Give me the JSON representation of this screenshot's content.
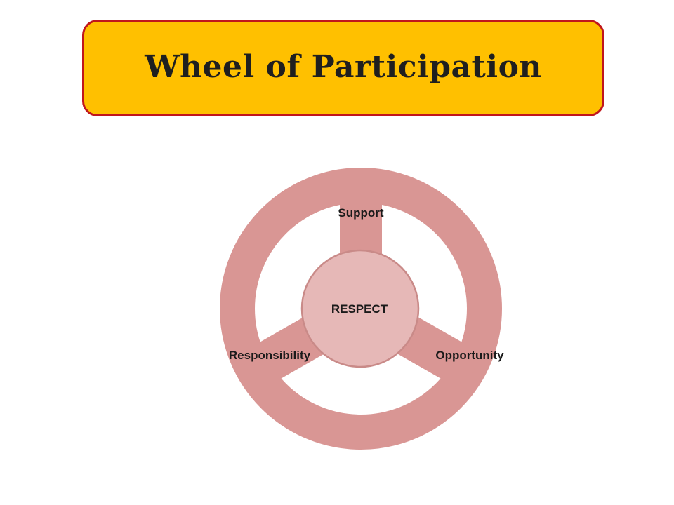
{
  "title": "Wheel of Participation",
  "diagram": {
    "hub_label": "RESPECT",
    "spokes": [
      {
        "label": "Support"
      },
      {
        "label": "Responsibility"
      },
      {
        "label": "Opportunity"
      }
    ]
  },
  "colors": {
    "title_fill": "#ffc000",
    "title_border": "#c0161c",
    "wheel": "#d99694",
    "hub_fill": "#e6b8b7",
    "hub_border": "#c98a88"
  }
}
